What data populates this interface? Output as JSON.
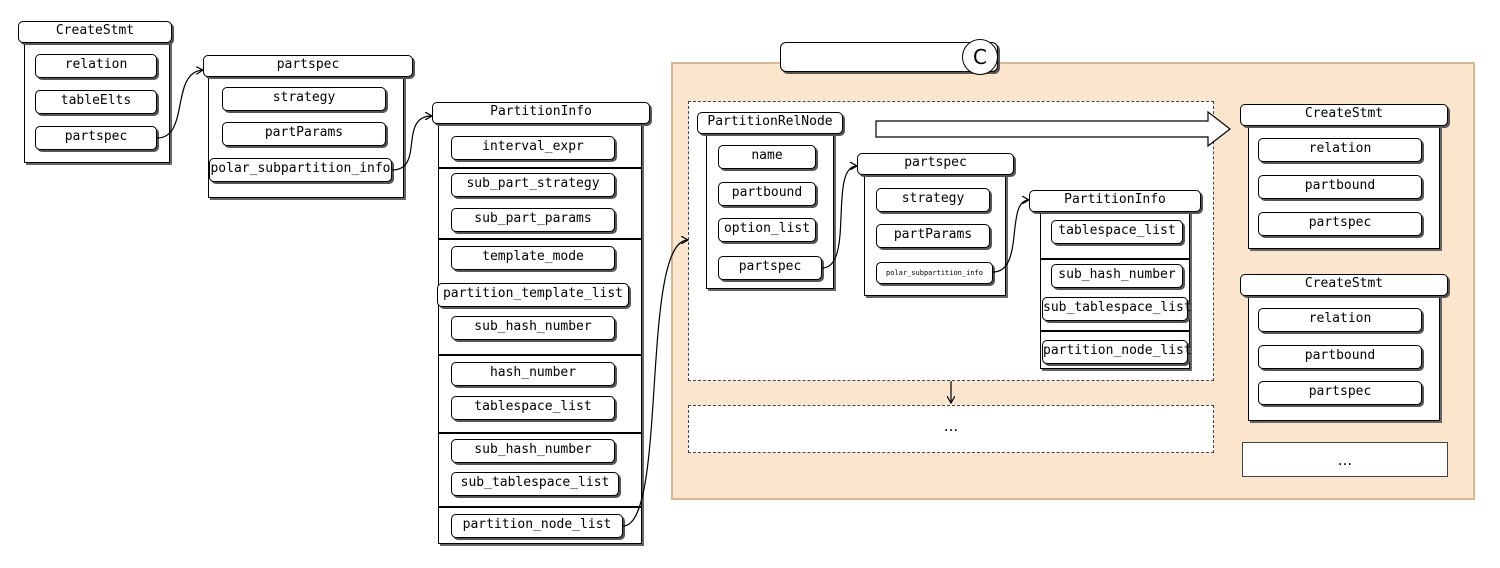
{
  "left_chain": {
    "create_stmt": {
      "title": "CreateStmt",
      "fields": [
        "relation",
        "tableElts",
        "partspec"
      ]
    },
    "partspec": {
      "title": "partspec",
      "fields": [
        "strategy",
        "partParams",
        "polar_subpartition_info"
      ]
    },
    "partition_info": {
      "title": "PartitionInfo",
      "fields": [
        "interval_expr",
        "sub_part_strategy",
        "sub_part_params",
        "template_mode",
        "partition_template_list",
        "sub_hash_number",
        "hash_number",
        "tablespace_list",
        "sub_hash_number",
        "sub_tablespace_list",
        "partition_node_list"
      ]
    }
  },
  "region": {
    "circle_label": "C",
    "partition_rel_node": {
      "title": "PartitionRelNode",
      "fields": [
        "name",
        "partbound",
        "option_list",
        "partspec"
      ]
    },
    "partspec": {
      "title": "partspec",
      "fields": [
        "strategy",
        "partParams",
        "polar_subpartition_info"
      ]
    },
    "partition_info": {
      "title": "PartitionInfo",
      "fields": [
        "tablespace_list",
        "sub_hash_number",
        "sub_tablespace_list",
        "partition_node_list"
      ]
    },
    "more_box_label": "...",
    "create_stmt_1": {
      "title": "CreateStmt",
      "fields": [
        "relation",
        "partbound",
        "partspec"
      ]
    },
    "create_stmt_2": {
      "title": "CreateStmt",
      "fields": [
        "relation",
        "partbound",
        "partspec"
      ]
    },
    "more_stmt_label": "..."
  }
}
